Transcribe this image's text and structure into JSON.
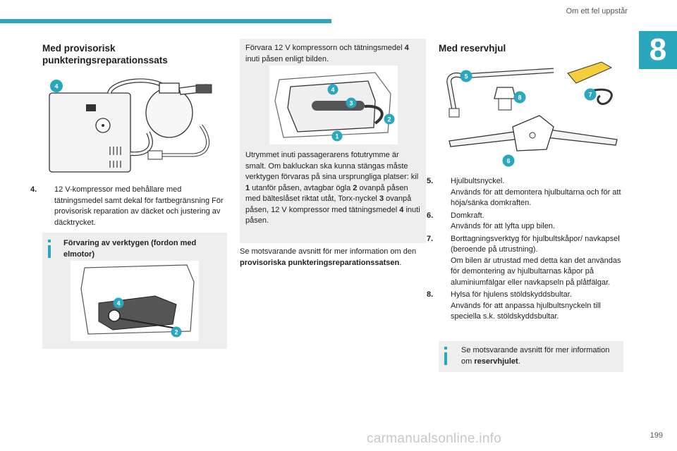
{
  "header": {
    "section_title": "Om ett fel uppstår",
    "chapter_number": "8"
  },
  "left": {
    "title": "Med provisorisk punkteringsreparationssats",
    "image_badge": "4",
    "item": {
      "num": "4.",
      "text": "12 V-kompressor med behållare med tätningsmedel samt dekal för fartbegränsning För provisorisk reparation av däcket och justering av däcktrycket."
    },
    "info": {
      "title": "Förvaring av verktygen (fordon med elmotor)",
      "badges": [
        "4",
        "2"
      ]
    }
  },
  "middle": {
    "box_text": "Förvara 12 V kompressorn och tätningsmedel",
    "box_text_num": "4",
    "box_text_tail": "inuti påsen enligt bilden.",
    "badges": [
      "4",
      "3",
      "2",
      "1"
    ],
    "para": [
      "Utrymmet inuti passagerarens fotutrymme är smalt. Om bakluckan ska kunna stängas måste verktygen förvaras på sina ursprungliga platser: kil ",
      "1",
      " utanför påsen, avtagbar ögla ",
      "2",
      " ovanpå påsen med bälteslåset riktat utåt, Torx-nyckel ",
      "3",
      " ovanpå påsen, 12 V kompressor med tätningsmedel ",
      "4",
      " inuti påsen."
    ],
    "ref_text": "Se motsvarande avsnitt för mer information om den ",
    "ref_bold": "provisoriska punkteringsreparationssatsen",
    "ref_tail": "."
  },
  "right": {
    "title": "Med reservhjul",
    "badges": [
      "5",
      "8",
      "7",
      "6"
    ],
    "items": [
      {
        "num": "5.",
        "name": "Hjulbultsnyckel.",
        "desc": "Används för att demontera hjulbultarna och för att höja/sänka domkraften."
      },
      {
        "num": "6.",
        "name": "Domkraft.",
        "desc": "Används för att lyfta upp bilen."
      },
      {
        "num": "7.",
        "name": "Borttagningsverktyg för hjulbultskåpor/ navkapsel (beroende på utrustning).",
        "desc": "Om bilen är utrustad med detta kan det användas för demontering av hjulbultarnas kåpor på aluminiumfälgar eller navkapseln på plåtfälgar."
      },
      {
        "num": "8.",
        "name": "Hylsa för hjulens stöldskyddsbultar.",
        "desc": "Används för att anpassa hjulbultsnyckeln till speciella s.k. stöldskyddsbultar."
      }
    ],
    "info_text": "Se motsvarande avsnitt för mer information om ",
    "info_bold": "reservhjulet",
    "info_tail": "."
  },
  "footer": {
    "page_number": "199",
    "watermark": "carmanualsonline.info"
  },
  "colors": {
    "accent": "#2aa6bd",
    "box": "#eeeeee"
  }
}
